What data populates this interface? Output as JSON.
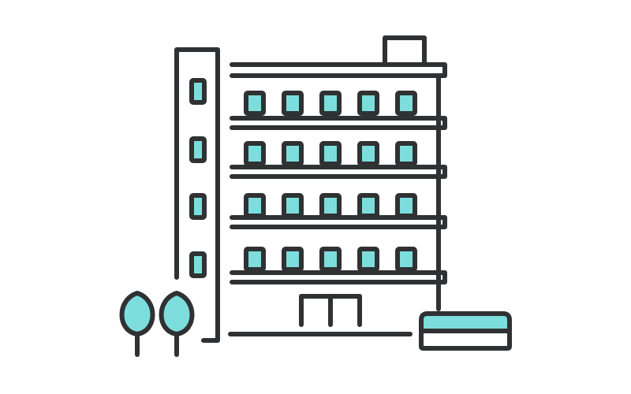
{
  "illustration": {
    "subject": "apartment-building",
    "colors": {
      "background": "#ffffff",
      "outline": "#2f3133",
      "accent": "#7ddddd"
    },
    "parts": {
      "stair_tower_windows": 4,
      "balcony_floors": 4,
      "windows_per_floor": 5,
      "trees": 2,
      "entrance_door_panels": 2,
      "roof_structure": "chimney-box",
      "side_object": "planter-box"
    }
  }
}
